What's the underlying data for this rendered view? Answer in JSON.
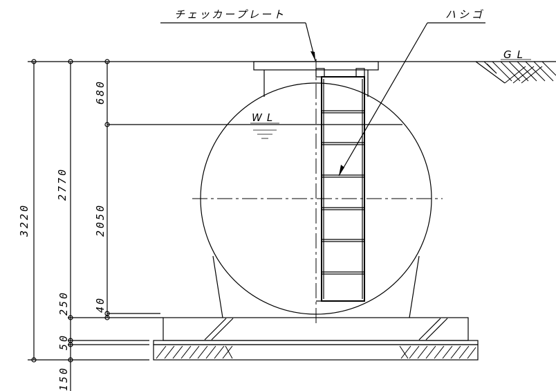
{
  "labels": {
    "checker_plate": "チェッカープレート",
    "ladder": "ハシゴ",
    "ground_level": "GL",
    "water_level": "WL"
  },
  "dimensions": {
    "total_height": "3220",
    "tank_height": "2770",
    "top_segment": "680",
    "mid_segment": "2050",
    "bottom_segment": "40",
    "support_height": "250",
    "slab_thickness": "50",
    "base_thickness": "150"
  }
}
